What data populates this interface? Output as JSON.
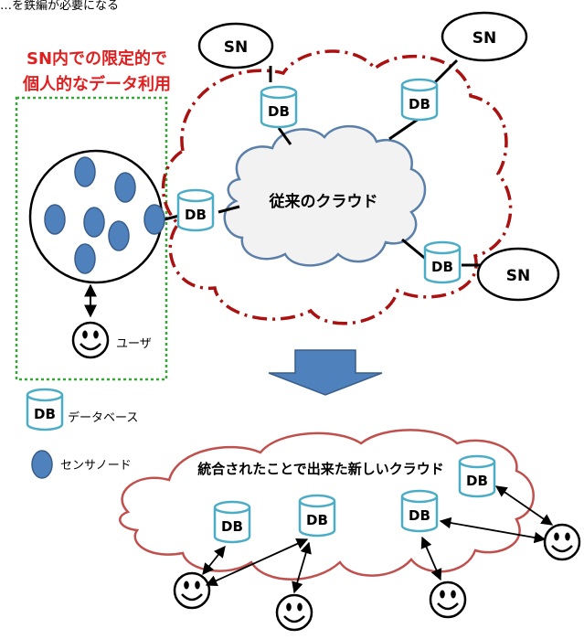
{
  "top_fragment": "…を鉄編が必要になる",
  "title_line1": "SN内での限定的で",
  "title_line2": "個人的なデータ利用",
  "sn_label": "SN",
  "db_label": "DB",
  "cloud_top_label": "従来のクラウド",
  "cloud_bottom_label": "統合されたことで出来た新しいクラウド",
  "user_label": "ユーザ",
  "legend_db": "データベース",
  "legend_sensor": "センサノード",
  "colors": {
    "title_red": "#e02020",
    "green_dash": "#33aa33",
    "cloud_red": "#aa1111",
    "cloud_bottom_stroke": "#c0504d",
    "db_stroke": "#4bacc6",
    "sensor_fill": "#4f81bd",
    "arrow_fill": "#4f81bd"
  }
}
